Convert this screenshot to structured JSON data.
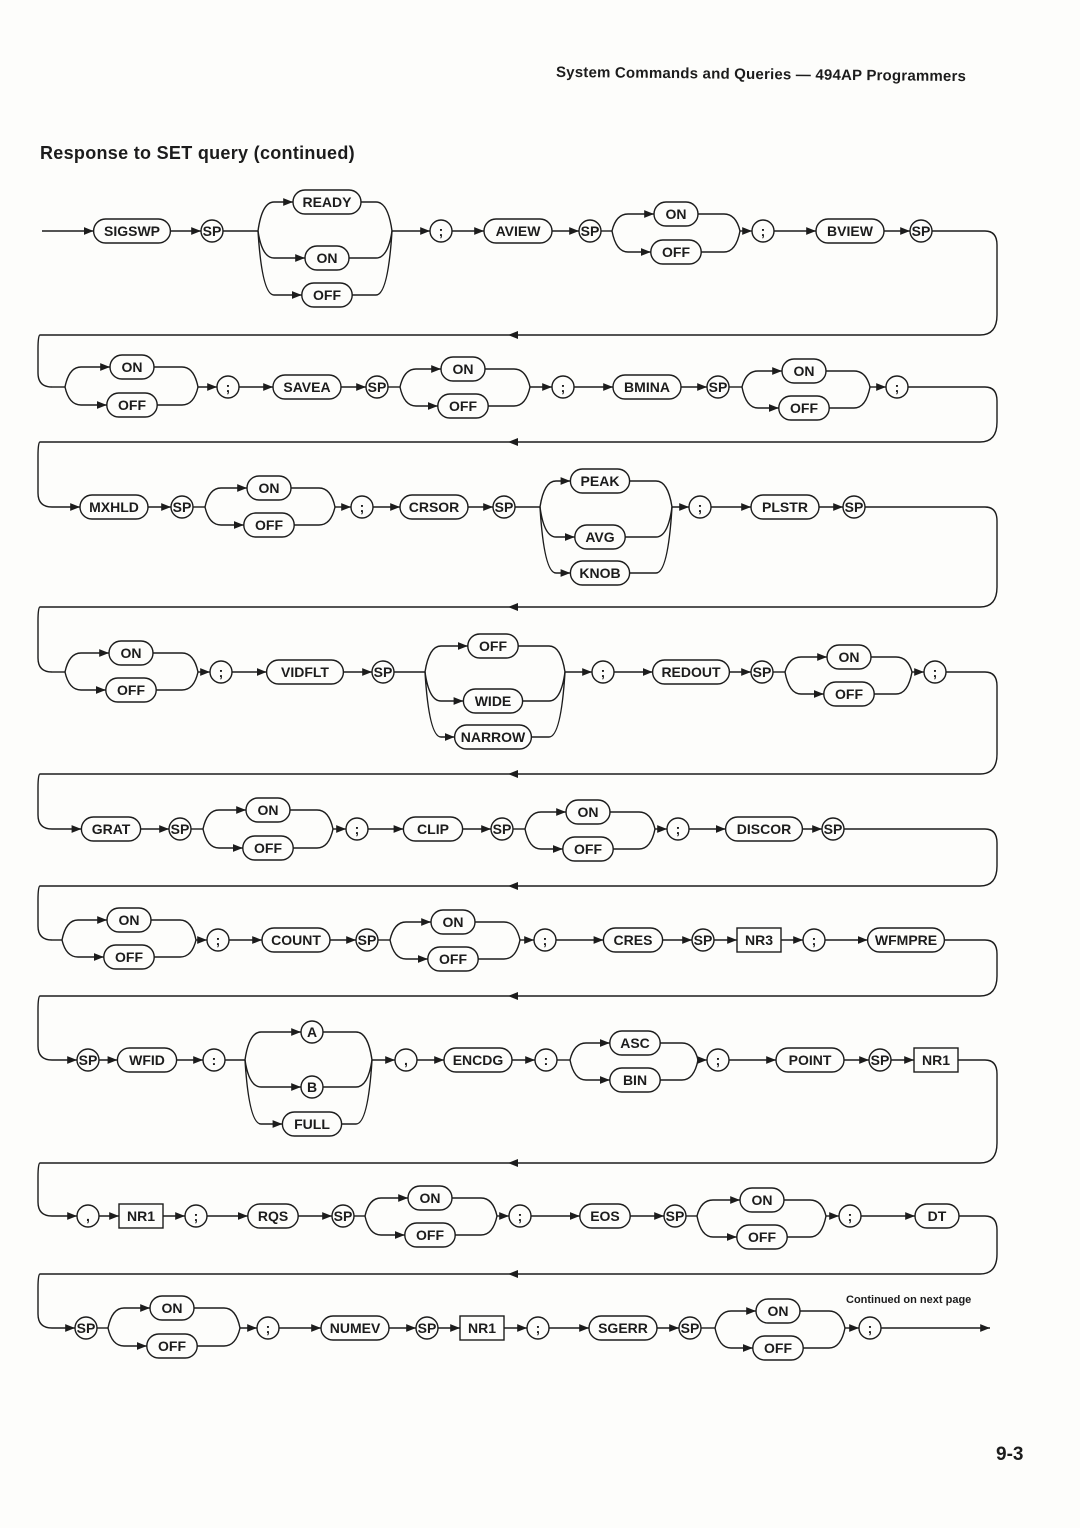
{
  "header": "System Commands and Queries — 494AP Programmers",
  "subtitle": "Response to SET query (continued)",
  "continued": "Continued on next page",
  "page_number": "9-3",
  "rows": [
    [
      "SIGSWP",
      "SP",
      {
        "alt": [
          "READY",
          "ON",
          "OFF"
        ]
      },
      ";",
      "AVIEW",
      "SP",
      {
        "alt": [
          "ON",
          "OFF"
        ]
      },
      ";",
      "BVIEW",
      "SP"
    ],
    [
      {
        "alt": [
          "ON",
          "OFF"
        ]
      },
      ";",
      "SAVEA",
      "SP",
      {
        "alt": [
          "ON",
          "OFF"
        ]
      },
      ";",
      "BMINA",
      "SP",
      {
        "alt": [
          "ON",
          "OFF"
        ]
      },
      ";"
    ],
    [
      "MXHLD",
      "SP",
      {
        "alt": [
          "ON",
          "OFF"
        ]
      },
      ";",
      "CRSOR",
      "SP",
      {
        "alt": [
          "PEAK",
          "AVG",
          "KNOB"
        ]
      },
      ";",
      "PLSTR",
      "SP"
    ],
    [
      {
        "alt": [
          "ON",
          "OFF"
        ]
      },
      ";",
      "VIDFLT",
      "SP",
      {
        "alt": [
          "OFF",
          "WIDE",
          "NARROW"
        ]
      },
      ";",
      "REDOUT",
      "SP",
      {
        "alt": [
          "ON",
          "OFF"
        ]
      },
      ";"
    ],
    [
      "GRAT",
      "SP",
      {
        "alt": [
          "ON",
          "OFF"
        ]
      },
      ";",
      "CLIP",
      "SP",
      {
        "alt": [
          "ON",
          "OFF"
        ]
      },
      ";",
      "DISCOR",
      "SP"
    ],
    [
      {
        "alt": [
          "ON",
          "OFF"
        ]
      },
      ";",
      "COUNT",
      "SP",
      {
        "alt": [
          "ON",
          "OFF"
        ]
      },
      ";",
      "CRES",
      "SP",
      "NR3",
      ";",
      "WFMPRE"
    ],
    [
      "SP",
      "WFID",
      ":",
      {
        "alt": [
          "A",
          "B",
          "FULL"
        ]
      },
      ",",
      "ENCDG",
      ":",
      {
        "alt": [
          "ASC",
          "BIN"
        ]
      },
      ";",
      "POINT",
      "SP",
      "NR1"
    ],
    [
      ",",
      "NR1",
      ";",
      "RQS",
      "SP",
      {
        "alt": [
          "ON",
          "OFF"
        ]
      },
      ";",
      "EOS",
      "SP",
      {
        "alt": [
          "ON",
          "OFF"
        ]
      },
      ";",
      "DT"
    ],
    [
      "SP",
      {
        "alt": [
          "ON",
          "OFF"
        ]
      },
      ";",
      "NUMEV",
      "SP",
      "NR1",
      ";",
      "SGERR",
      "SP",
      {
        "alt": [
          "ON",
          "OFF"
        ]
      },
      ";"
    ]
  ]
}
